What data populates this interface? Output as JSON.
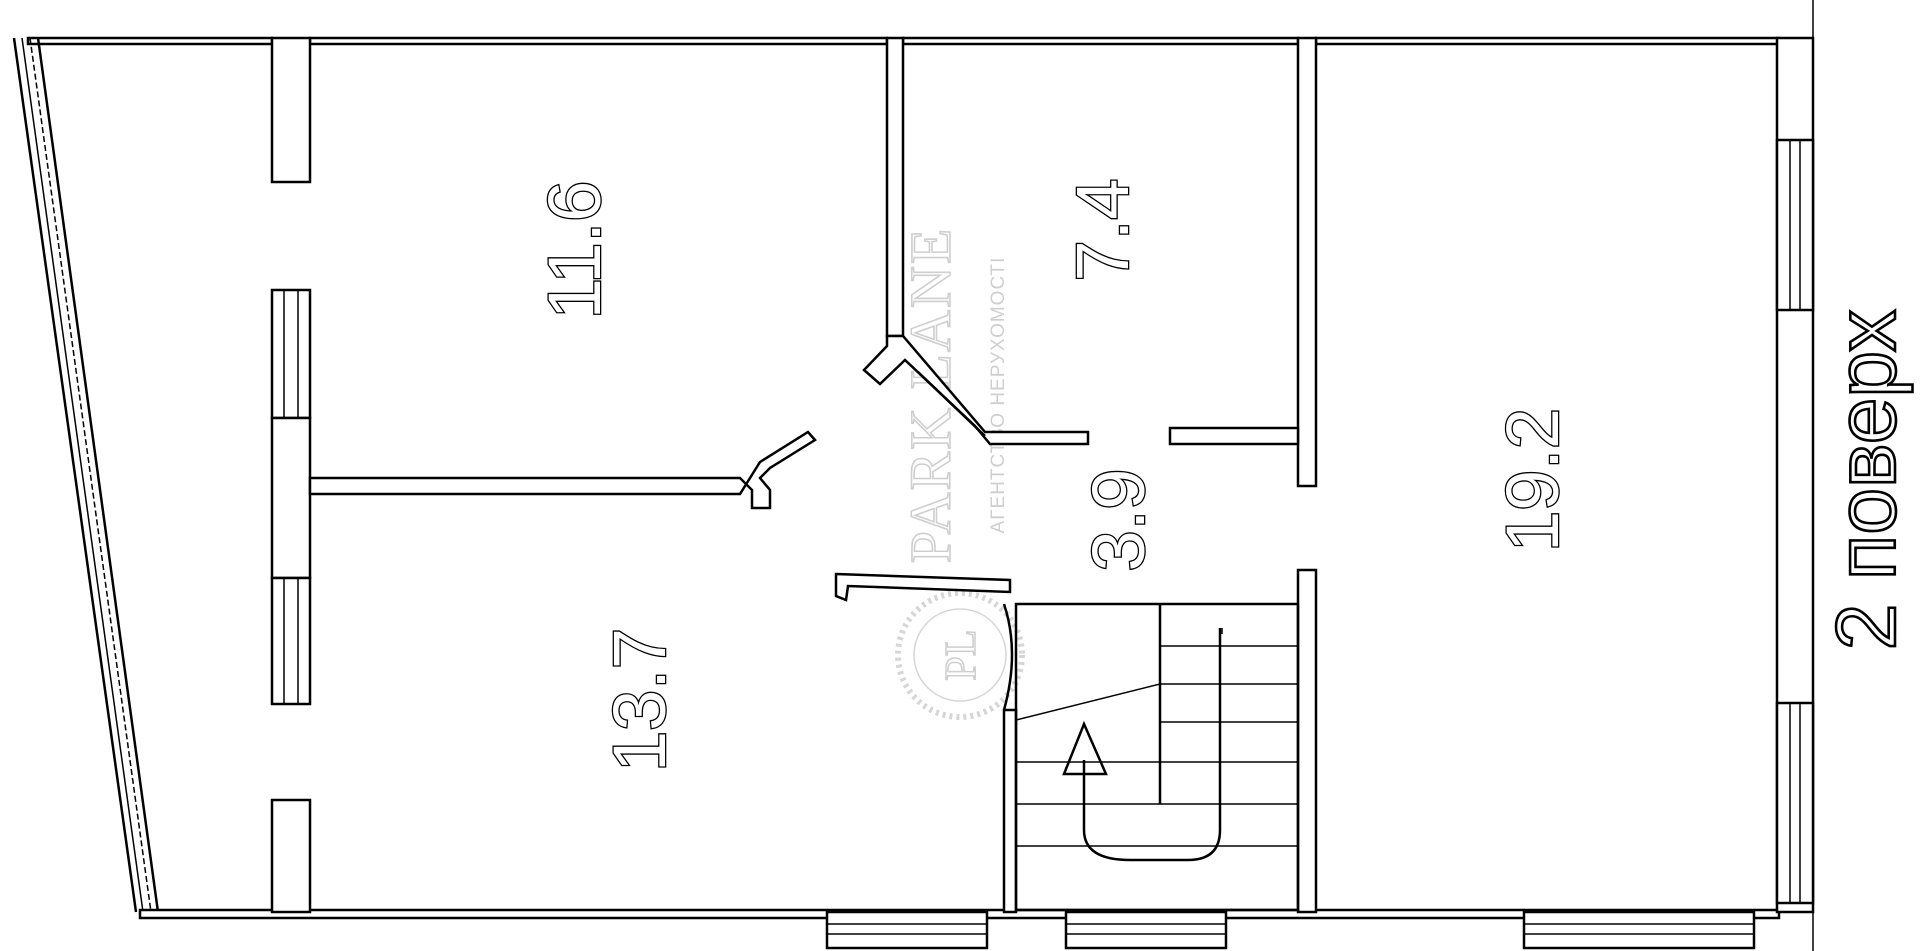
{
  "rooms": {
    "room_a": "11.6",
    "room_b": "7.4",
    "room_c": "19.2",
    "room_d": "3.9",
    "room_e": "13.7"
  },
  "floor_label": "2 поверх",
  "watermark": {
    "brand": "PARK LANE",
    "subtitle": "АГЕНТСТВО НЕРУХОМОСТІ",
    "monogram": "PL"
  }
}
